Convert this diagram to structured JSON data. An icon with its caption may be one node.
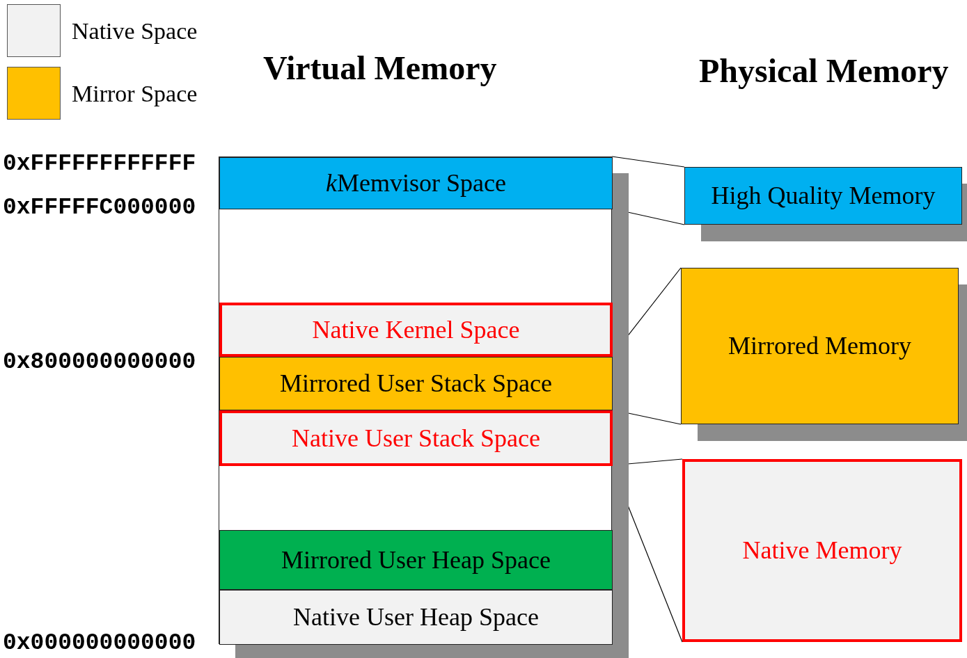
{
  "diagram": {
    "nodes": [
      {
        "text": [],
        "shape": "box"
      },
      {
        "text": [
          "kMemvisor Space"
        ],
        "in": 0
      },
      {
        "text": [
          "Native Kernel Space"
        ],
        "in": 0
      },
      {
        "text": [
          "Mirrored User Stack Space"
        ],
        "in": 0
      },
      {
        "text": [
          "Native User Stack Space"
        ],
        "in": 0
      },
      {
        "text": [
          "Mirrored User Heap Space"
        ],
        "in": 0
      },
      {
        "text": [
          "Native User Heap Space"
        ],
        "in": 0
      },
      {
        "text": [
          "High Quality Memory"
        ]
      },
      {
        "text": [
          "Mirrored Memory"
        ]
      },
      {
        "text": [
          "Native Memory"
        ]
      }
    ],
    "edges": [
      {
        "from": 1,
        "to": 7,
        "arrow": "none"
      },
      {
        "from": 1,
        "to": 7,
        "arrow": "none"
      },
      {
        "from": 3,
        "to": 8,
        "arrow": "none"
      },
      {
        "from": 3,
        "to": 8,
        "arrow": "none"
      },
      {
        "from": 4,
        "to": 9,
        "arrow": "none"
      },
      {
        "from": 4,
        "to": 9,
        "arrow": "none"
      }
    ],
    "labels": [
      "Virtual Memory",
      "Physical Memory",
      "0xFFFFFFFFFFFF",
      "0xFFFFFC000000",
      "0x800000000000",
      "0x000000000000"
    ],
    "legend": [
      {
        "text": "Native Space",
        "color": "#f2f2f2"
      },
      {
        "text": "Mirror Space",
        "color": "#ffc000"
      }
    ]
  }
}
